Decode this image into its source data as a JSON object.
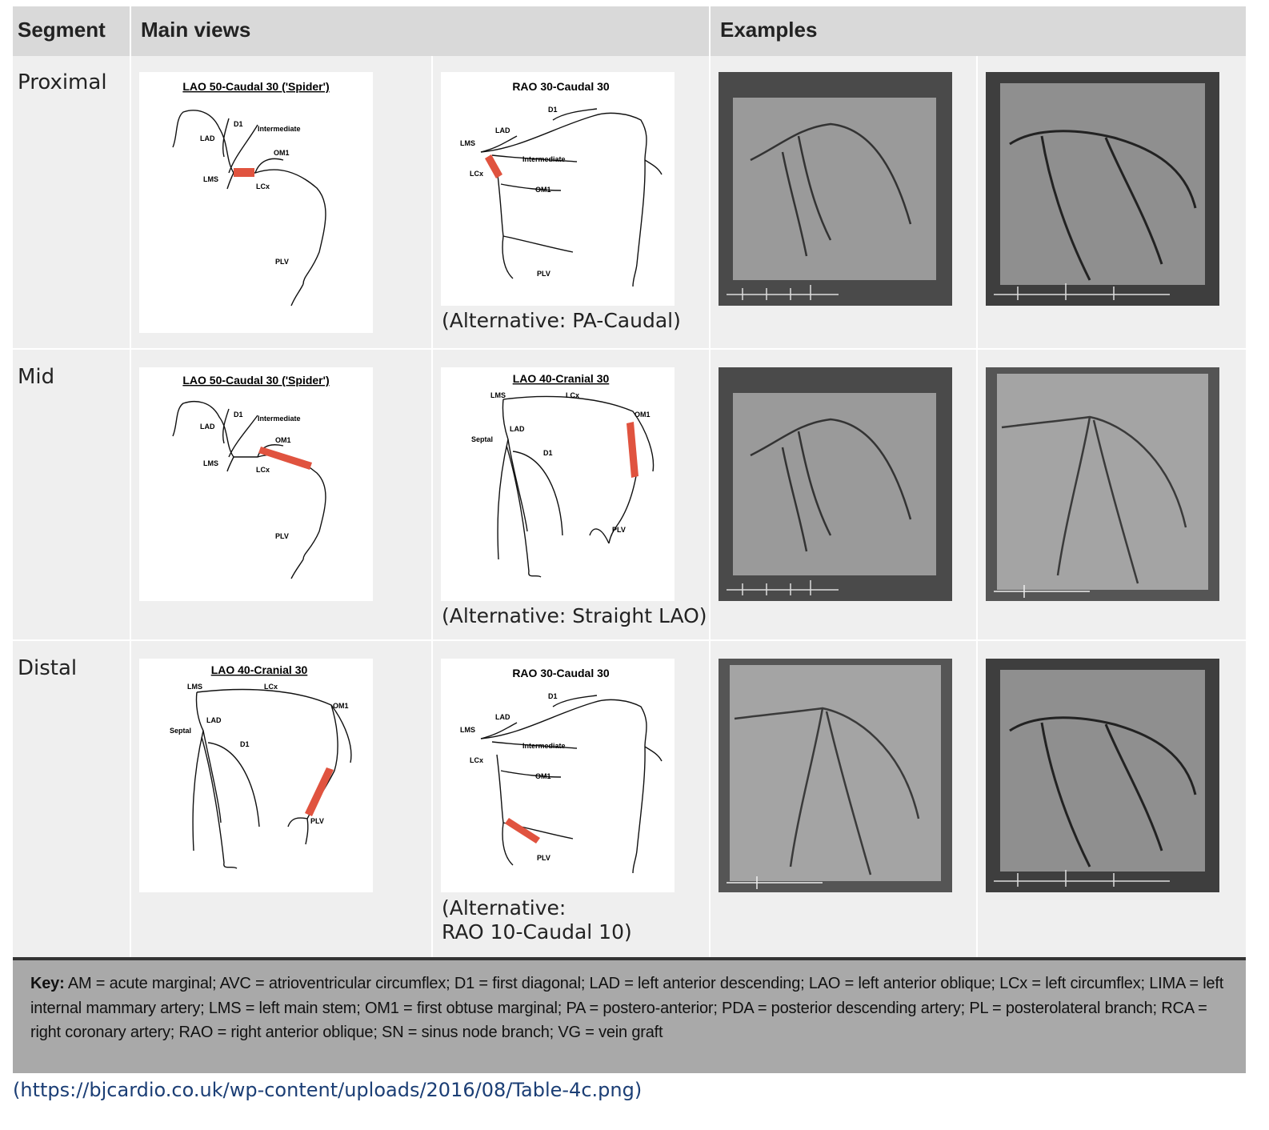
{
  "header": {
    "segment": "Segment",
    "main_views": "Main views",
    "examples": "Examples"
  },
  "rows": [
    {
      "segment": "Proximal",
      "views": [
        {
          "title": "LAO 50-Caudal 30 ('Spider')",
          "labels": [
            "D1",
            "Intermediate",
            "LAD",
            "OM1",
            "LMS",
            "LCx",
            "PLV"
          ],
          "lesion": "LCx proximal"
        },
        {
          "title": "RAO 30-Caudal 30",
          "labels": [
            "D1",
            "LAD",
            "LMS",
            "Intermediate",
            "LCx",
            "OM1",
            "PLV"
          ],
          "lesion": "LCx proximal"
        }
      ],
      "alternative": "(Alternative: PA-Caudal)"
    },
    {
      "segment": "Mid",
      "views": [
        {
          "title": "LAO 50-Caudal 30 ('Spider')",
          "labels": [
            "D1",
            "Intermediate",
            "LAD",
            "OM1",
            "LMS",
            "LCx",
            "PLV"
          ],
          "lesion": "LCx mid"
        },
        {
          "title": "LAO 40-Cranial 30",
          "labels": [
            "LMS",
            "LCx",
            "OM1",
            "LAD",
            "Septal",
            "D1",
            "PLV"
          ],
          "lesion": "LCx mid"
        }
      ],
      "alternative": "(Alternative: Straight LAO)"
    },
    {
      "segment": "Distal",
      "views": [
        {
          "title": "LAO 40-Cranial 30",
          "labels": [
            "LMS",
            "LCx",
            "OM1",
            "LAD",
            "Septal",
            "D1",
            "PLV"
          ],
          "lesion": "LCx distal"
        },
        {
          "title": "RAO 30-Caudal 30",
          "labels": [
            "D1",
            "LAD",
            "LMS",
            "Intermediate",
            "LCx",
            "OM1",
            "PLV"
          ],
          "lesion": "LCx distal"
        }
      ],
      "alternative_line1": "(Alternative:",
      "alternative_line2": "RAO 10-Caudal 10)"
    }
  ],
  "key": {
    "label": "Key:",
    "text": " AM = acute marginal; AVC = atrioventricular circumflex; D1 = first diagonal; LAD = left anterior descending; LAO = left anterior oblique; LCx = left circumflex; LIMA = left internal mammary artery; LMS = left main stem; OM1 = first obtuse marginal; PA = postero-anterior; PDA = posterior descending artery; PL = posterolateral branch; RCA = right coronary artery; RAO = right anterior oblique; SN = sinus node branch; VG = vein graft"
  },
  "source": "(https://bjcardio.co.uk/wp-content/uploads/2016/08/Table-4c.png)",
  "colors": {
    "header_bg": "#d9d9d9",
    "cell_bg": "#efefef",
    "key_bg": "#a9a9a9",
    "lesion": "#e0533f",
    "link": "#1b3e75"
  }
}
